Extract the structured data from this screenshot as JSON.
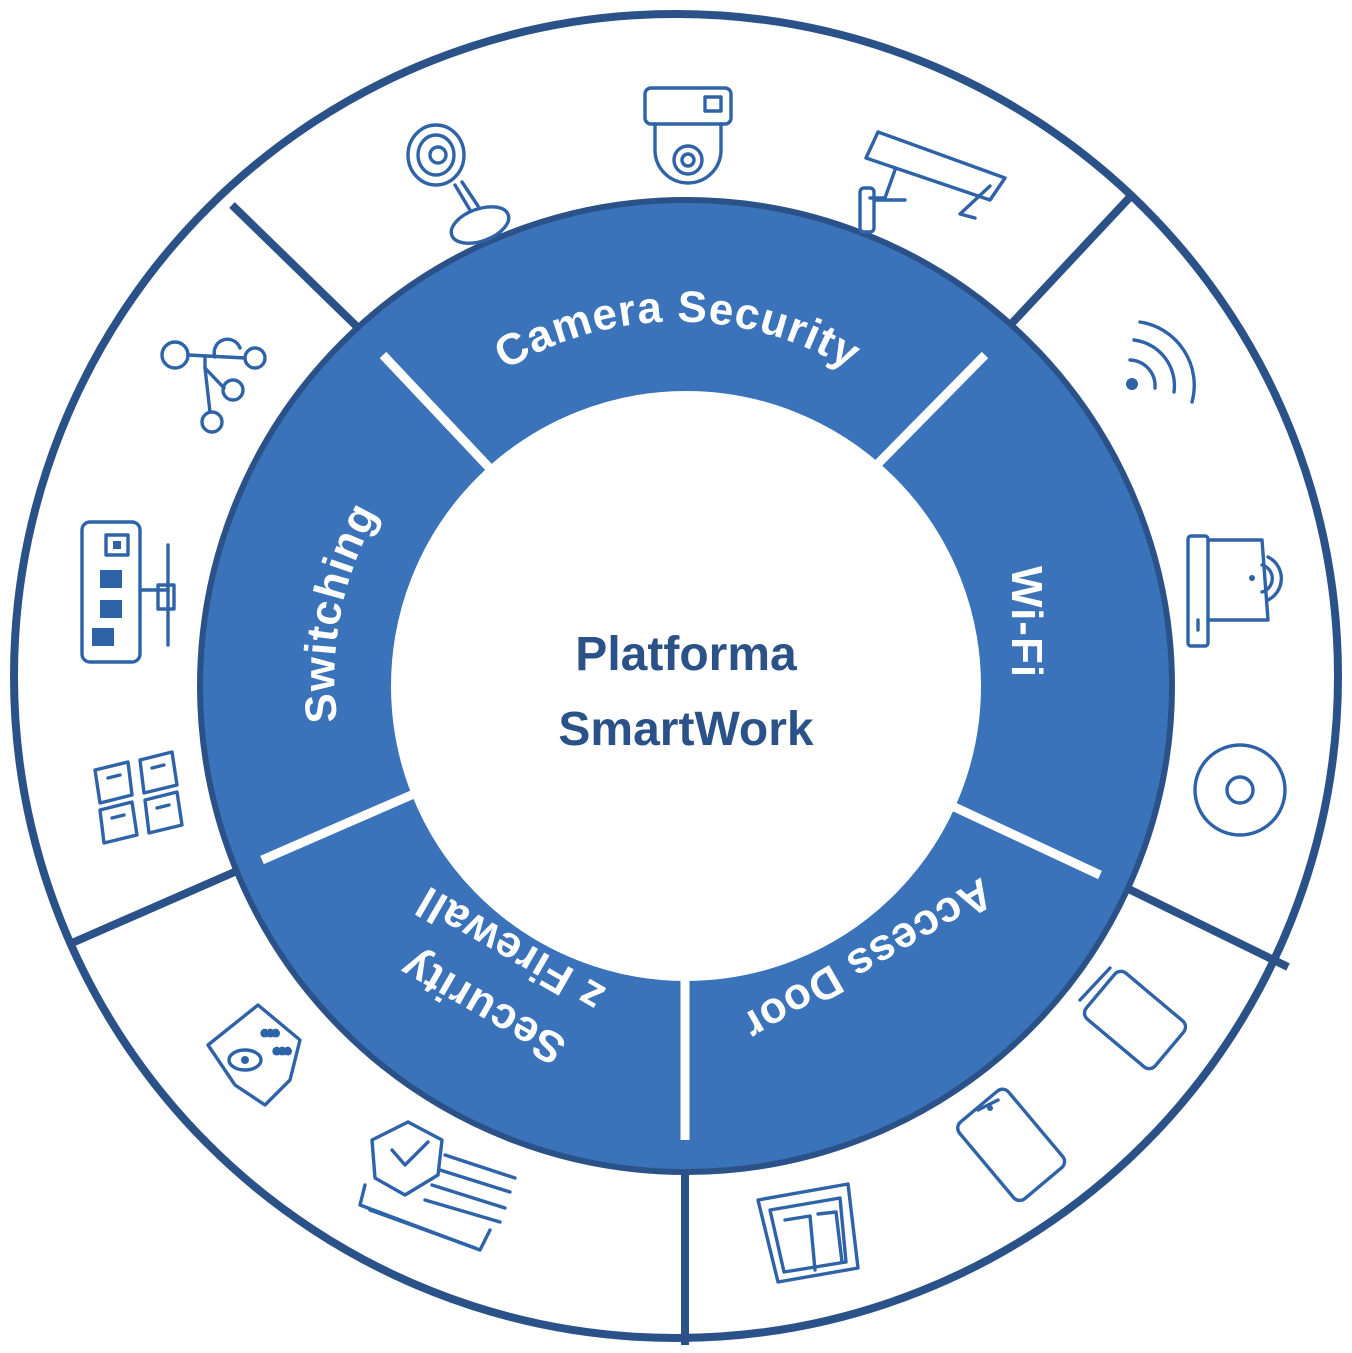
{
  "center": {
    "line1": "Platforma",
    "line2": "SmartWork"
  },
  "segments": [
    {
      "key": "camera",
      "label": "Camera Security"
    },
    {
      "key": "wifi",
      "label": "Wi-Fi"
    },
    {
      "key": "access",
      "label": "Access Door"
    },
    {
      "key": "security",
      "label": "Security z Firewall",
      "line1": "Security",
      "line2": "z Firewall"
    },
    {
      "key": "switching",
      "label": "Switching"
    }
  ],
  "icons": {
    "camera": [
      "webcam-icon",
      "dome-camera-icon",
      "cctv-camera-icon"
    ],
    "wifi": [
      "wifi-signal-icon",
      "wifi-router-icon",
      "access-point-icon"
    ],
    "access": [
      "card-reader-icon",
      "keycard-icon",
      "door-panel-icon"
    ],
    "security": [
      "password-shield-icon",
      "firewall-shield-icon"
    ],
    "switching": [
      "network-topology-icon",
      "network-switch-icon",
      "ethernet-ports-icon"
    ]
  },
  "colors": {
    "ring_blue": "#3a73b9",
    "outline_blue": "#2b5288",
    "icon_blue": "#2f63a8",
    "center_text": "#2b5288"
  }
}
